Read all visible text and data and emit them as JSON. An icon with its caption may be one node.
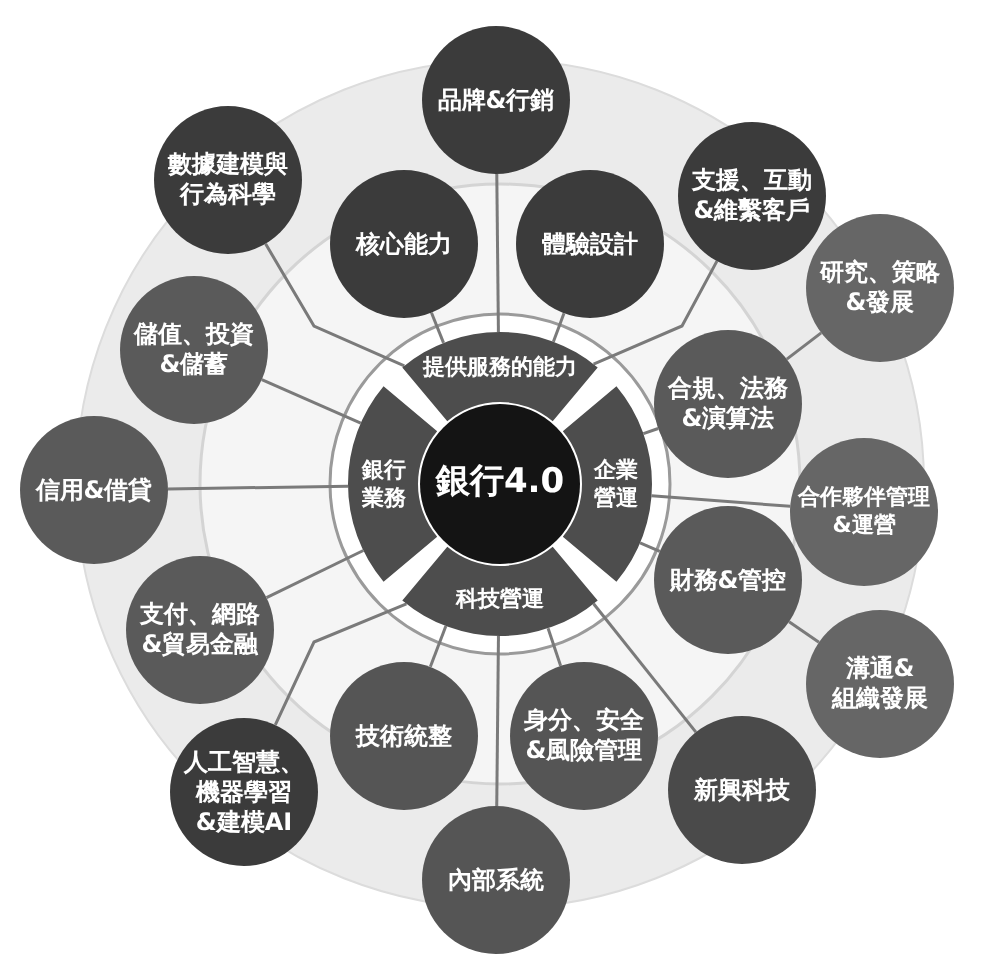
{
  "diagram": {
    "nodes": [
      {
        "text": [
          "品牌&行銷"
        ]
      },
      {
        "text": [
          "數據建模與行為科學"
        ]
      },
      {
        "text": [
          "支援、互動&維繫客戶"
        ]
      },
      {
        "text": [
          "核心能力"
        ]
      },
      {
        "text": [
          "體驗設計"
        ]
      },
      {
        "text": [
          "研究、策略&發展"
        ]
      },
      {
        "text": [
          "儲值、投資&儲蓄"
        ]
      },
      {
        "text": [
          "提供服務的能力"
        ]
      },
      {
        "text": [
          "合規、法務&演算法"
        ]
      },
      {
        "text": [
          "銀行4.0"
        ]
      },
      {
        "text": [
          "銀行業務"
        ]
      },
      {
        "text": [
          "企業營運"
        ]
      },
      {
        "text": [
          "信用&借貸"
        ]
      },
      {
        "text": [
          "合作夥伴管理&運營"
        ]
      },
      {
        "text": [
          "科技營運"
        ]
      },
      {
        "text": [
          "財務&管控"
        ]
      },
      {
        "text": [
          "支付、網路&貿易金融"
        ]
      },
      {
        "text": [
          "溝通&組織發展"
        ]
      },
      {
        "text": [
          "技術統整"
        ]
      },
      {
        "text": [
          "身分、安全&風險管理"
        ]
      },
      {
        "text": [
          "人工智慧、機器學習&建模AI"
        ]
      },
      {
        "text": [
          "新興科技"
        ]
      },
      {
        "text": [
          "內部系統"
        ]
      }
    ],
    "edges": [
      {
        "from": 7,
        "to": 0,
        "arrow": "none"
      },
      {
        "from": 7,
        "to": 1,
        "arrow": "none"
      },
      {
        "from": 7,
        "to": 2,
        "arrow": "none"
      },
      {
        "from": 7,
        "to": 3,
        "arrow": "none"
      },
      {
        "from": 7,
        "to": 4,
        "arrow": "none"
      },
      {
        "from": 10,
        "to": 6,
        "arrow": "none"
      },
      {
        "from": 10,
        "to": 12,
        "arrow": "none"
      },
      {
        "from": 10,
        "to": 16,
        "arrow": "none"
      },
      {
        "from": 11,
        "to": 8,
        "arrow": "none"
      },
      {
        "from": 8,
        "to": 5,
        "arrow": "none"
      },
      {
        "from": 11,
        "to": 13,
        "arrow": "none"
      },
      {
        "from": 11,
        "to": 15,
        "arrow": "none"
      },
      {
        "from": 15,
        "to": 17,
        "arrow": "none"
      },
      {
        "from": 14,
        "to": 18,
        "arrow": "none"
      },
      {
        "from": 14,
        "to": 19,
        "arrow": "none"
      },
      {
        "from": 14,
        "to": 20,
        "arrow": "none"
      },
      {
        "from": 14,
        "to": 21,
        "arrow": "none"
      },
      {
        "from": 14,
        "to": 22,
        "arrow": "none"
      }
    ]
  }
}
